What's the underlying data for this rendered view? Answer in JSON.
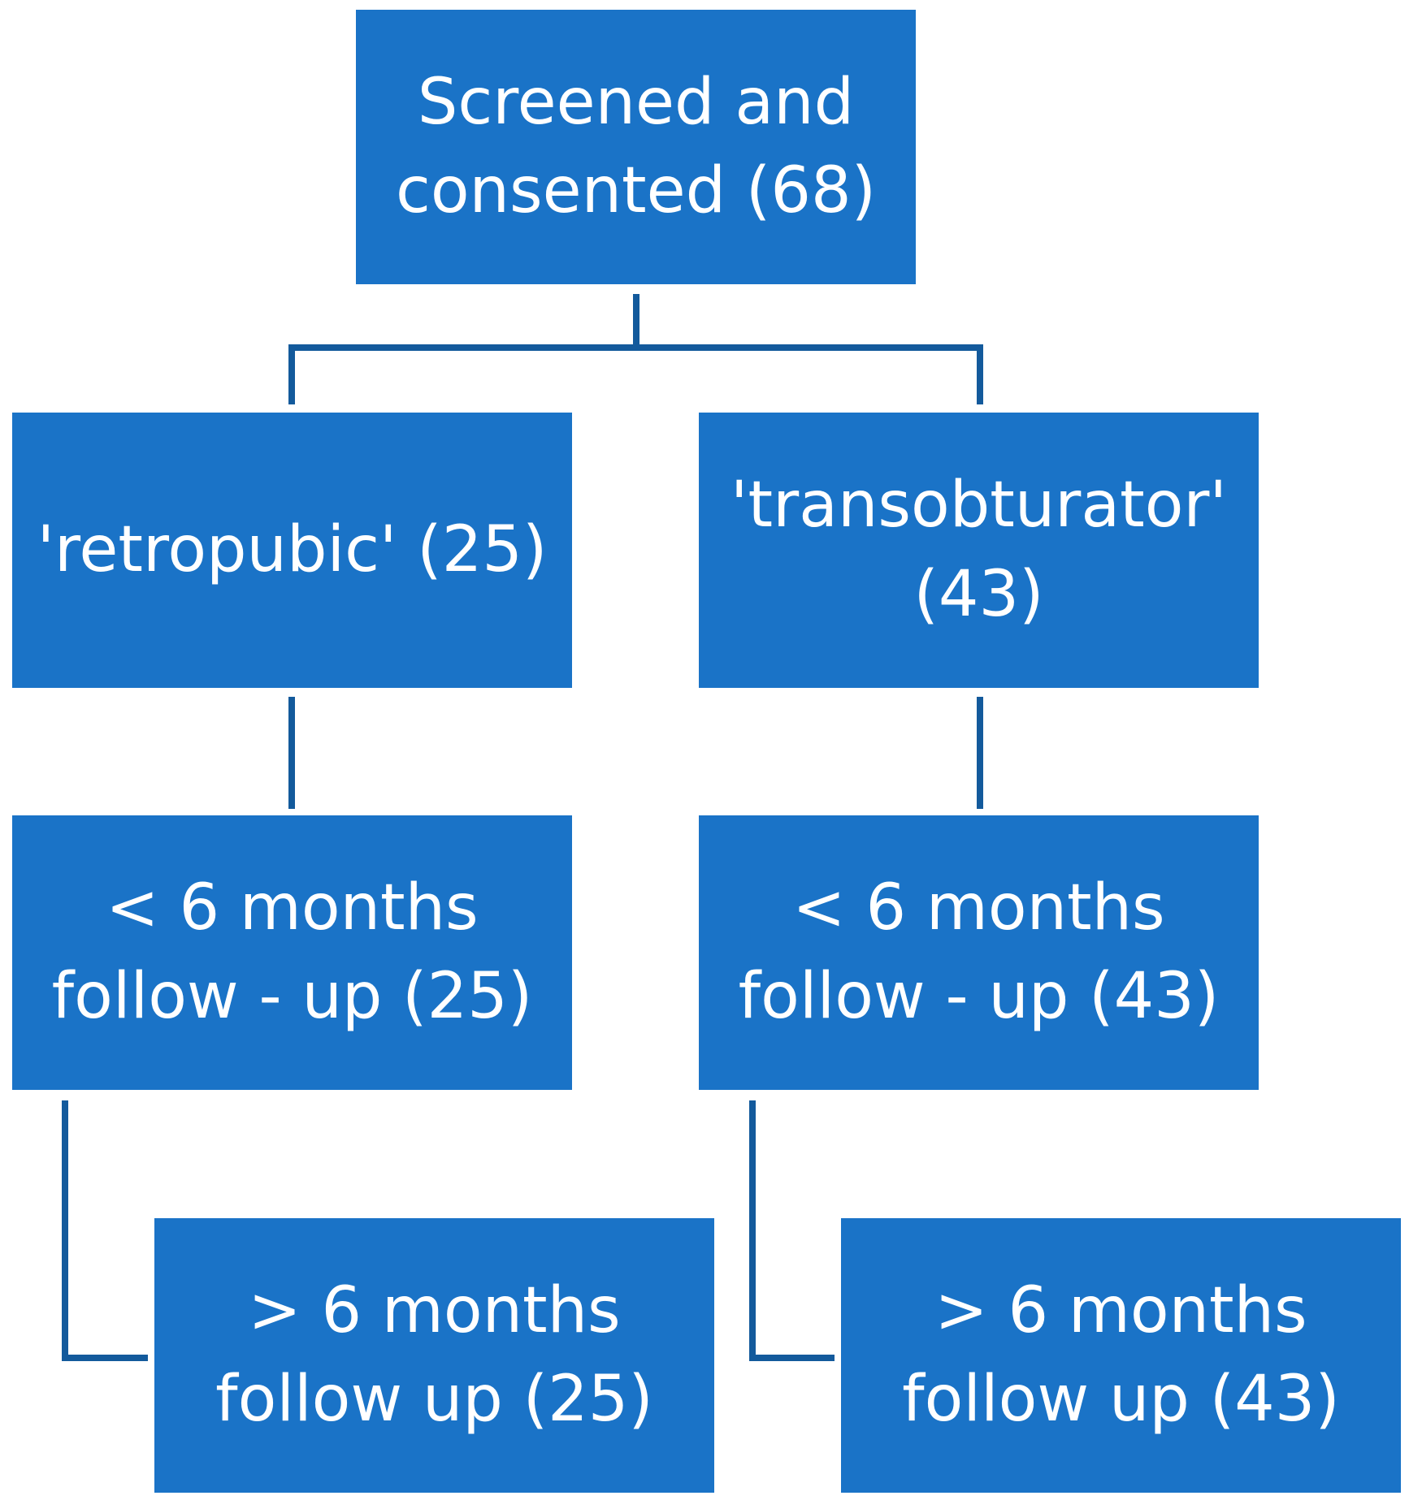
{
  "colors": {
    "node_fill": "#1a73c7",
    "node_text": "#ffffff",
    "connector": "#135a9c"
  },
  "nodes": {
    "root": {
      "lines": [
        "Screened and",
        "consented (68)"
      ]
    },
    "retropubic": {
      "lines": [
        "'retropubic' (25)"
      ]
    },
    "transobturator": {
      "lines": [
        "'transobturator'",
        "(43)"
      ]
    },
    "lt6_left": {
      "lines": [
        "< 6 months",
        "follow - up (25)"
      ]
    },
    "lt6_right": {
      "lines": [
        "< 6 months",
        "follow - up (43)"
      ]
    },
    "gt6_left": {
      "lines": [
        "> 6 months",
        "follow up (25)"
      ]
    },
    "gt6_right": {
      "lines": [
        "> 6 months",
        "follow up (43)"
      ]
    }
  }
}
